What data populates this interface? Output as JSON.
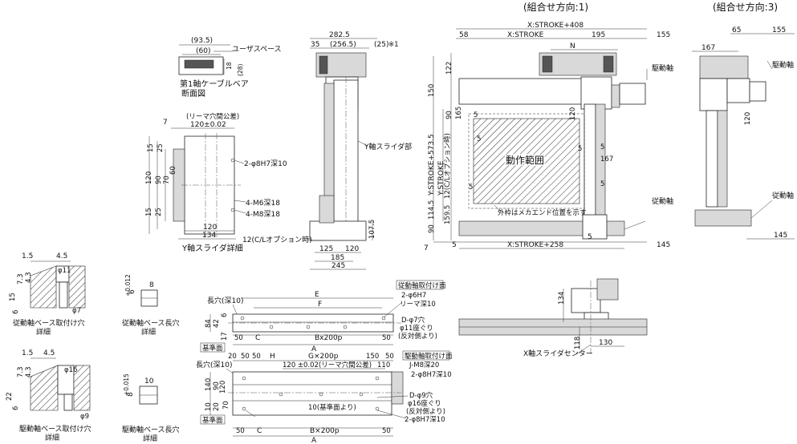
{
  "headers": {
    "combo1": "(組合せ方向:1)",
    "combo3": "(組合せ方向:3)"
  },
  "cable_bear": {
    "title_line1": "第1軸ケーブルベア",
    "title_line2": "断面図",
    "dims": [
      "(93.5)",
      "(60)",
      "18",
      "(28)"
    ],
    "user_space": "ユーザスペース"
  },
  "slider_detail": {
    "title": "Y軸スライダ詳細",
    "reamer_note": "(リーマ穴間公差)",
    "top_dim": "120±0.02",
    "left_dim": "7",
    "left_dims": [
      "15",
      "25",
      "120",
      "90",
      "70",
      "60",
      "25",
      "15"
    ],
    "callouts": [
      "2-φ8H7深10",
      "4-M6深18",
      "4-M8深18"
    ],
    "bottom_dims": [
      "120",
      "134"
    ]
  },
  "side_view": {
    "top_dims": [
      "282.5",
      "35",
      "(256.5)",
      "(25)",
      "※1"
    ],
    "y_slider_label": "Y軸スライダ部",
    "option_label": "12(C/Lオプション時)",
    "bottom_dims": [
      "125",
      "120",
      "185",
      "245"
    ],
    "right_dim": "107.5"
  },
  "plan_view": {
    "top_dims": [
      "X:STROKE+408",
      "58",
      "X:STROKE",
      "195",
      "155",
      "N"
    ],
    "drive_shaft": "駆動軸",
    "driven_shaft": "従動軸",
    "motion_area": "動作範囲",
    "mech_end_note": "外枠はメカエンド位置を示す",
    "left_vertical": [
      "Y:STROKE+573.5",
      "Y:STROKE",
      "12(C/Lオプション時)"
    ],
    "left_dims": [
      "122",
      "150",
      "90",
      "165",
      "159.5",
      "114.5",
      "90"
    ],
    "inner_dims": [
      "5",
      "5",
      "5",
      "5",
      "120",
      "5",
      "5",
      "167"
    ],
    "bottom_dims": [
      "5",
      "X:STROKE+258",
      "5",
      "145",
      "7"
    ]
  },
  "dir3_view": {
    "top_dims": [
      "65",
      "155",
      "167"
    ],
    "drive_shaft": "駆動軸",
    "driven_shaft": "従動軸",
    "inner_dim": "120",
    "bottom_dim": "145"
  },
  "driven_hole": {
    "dims": [
      "1.5",
      "4.5",
      "7.3",
      "4.3",
      "φ11",
      "6",
      "15",
      "φ7"
    ],
    "title_line1": "従動軸ベース取付け穴",
    "title_line2": "詳細"
  },
  "driven_slot": {
    "dims": [
      "6",
      "+0.012",
      "8"
    ],
    "title_line1": "従動軸ベース長穴",
    "title_line2": "詳細"
  },
  "drive_hole": {
    "dims": [
      "1.5",
      "4.5",
      "7.3",
      "4.3",
      "φ16",
      "6",
      "22",
      "φ9"
    ],
    "title_line1": "駆動軸ベース取付け穴",
    "title_line2": "詳細"
  },
  "drive_slot": {
    "dims": [
      "8",
      "+0.015",
      "10"
    ],
    "title_line1": "駆動軸ベース長穴",
    "title_line2": "詳細"
  },
  "driven_base": {
    "slot_label": "長穴(深10)",
    "letter_dims": [
      "E",
      "F",
      "C",
      "A",
      "Bx200p"
    ],
    "left_dims": [
      "84",
      "42",
      "6",
      "17"
    ],
    "dims_50": [
      "50",
      "50"
    ],
    "base_face": "基準面",
    "mount_title": "従動軸取付け面",
    "mount_lines": [
      "2-φ6H7",
      "リーマ深10"
    ],
    "hole_lines": [
      "D-φ7穴",
      "φ11座ぐり",
      "(反対側より)"
    ]
  },
  "drive_base": {
    "top_dims": [
      "20",
      "50",
      "50",
      "H",
      "G×200p",
      "150",
      "50"
    ],
    "mount_title": "駆動軸取付け面",
    "tap": "J-M8深20",
    "dim_110": "110",
    "slot_label": "長穴(深10)",
    "reamer_dim": "120 ±0.02(リーマ穴間公差)",
    "dowel": "2-φ8H7深10",
    "left_dims": [
      "140",
      "90",
      "120",
      "10",
      "20"
    ],
    "dims_70": "70",
    "hole_lines": [
      "D-φ9穴",
      "φ16座ぐり",
      "(反対側より)"
    ],
    "ref_note": "10(基準面より)",
    "base_face": "基準面",
    "bottom_dims": [
      "50",
      "C",
      "B×200p",
      "50",
      "A"
    ]
  },
  "x_slider": {
    "label": "X軸スライダセンター",
    "dims": [
      "134",
      "118",
      "130"
    ]
  }
}
